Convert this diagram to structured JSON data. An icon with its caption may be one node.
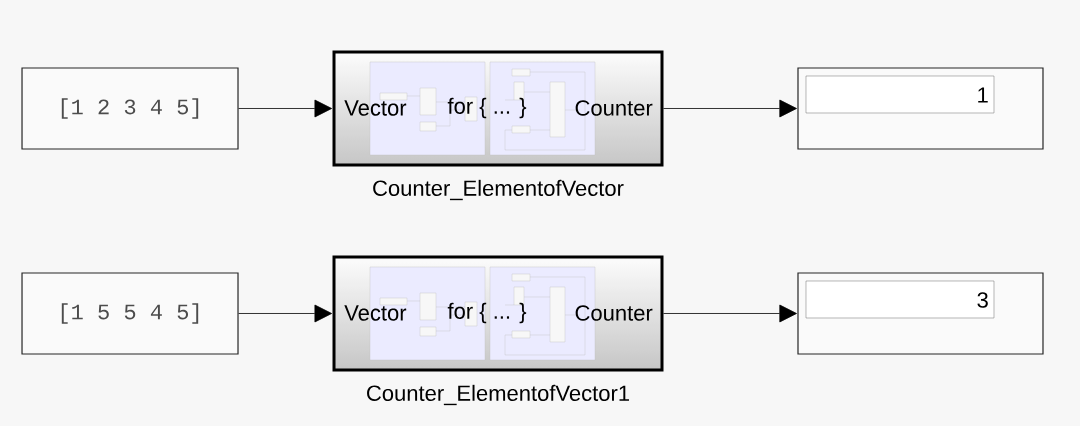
{
  "diagram": {
    "nodes": [
      {
        "text": [
          "[1 2 3 4 5]"
        ]
      },
      {
        "text": [
          "Vector",
          "for { ... }",
          "Counter"
        ],
        "beside": [
          "Counter_ElementofVector"
        ]
      },
      {
        "text": [
          "1"
        ]
      },
      {
        "text": [
          "[1 5 5 4 5]"
        ]
      },
      {
        "text": [
          "Vector",
          "for { ... }",
          "Counter"
        ],
        "beside": [
          "Counter_ElementofVector1"
        ]
      },
      {
        "text": [
          "3"
        ]
      }
    ],
    "edges": [
      {
        "from": 0,
        "to": 1,
        "arrow": "to"
      },
      {
        "from": 1,
        "to": 2,
        "arrow": "to"
      },
      {
        "from": 3,
        "to": 4,
        "arrow": "to"
      },
      {
        "from": 4,
        "to": 5,
        "arrow": "to"
      }
    ]
  }
}
